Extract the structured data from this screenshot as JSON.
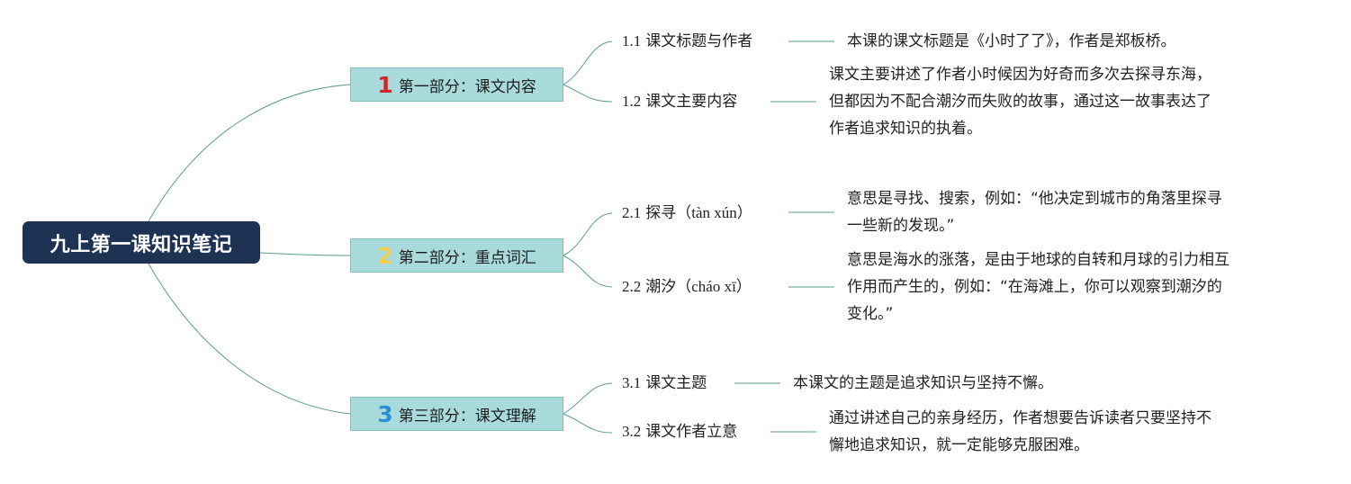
{
  "title": "九上第一课知识笔记",
  "colors": {
    "root_bg": "#1e3253",
    "section_bg": "#a9dbdc",
    "line": "#5a9e86",
    "num1": "#d0262e",
    "num2": "#f2cd4a",
    "num3": "#2b8fd8"
  },
  "sections": [
    {
      "num": "1",
      "label": "第一部分：课文内容",
      "items": [
        {
          "idx": "1.1",
          "label": "课文标题与作者",
          "pinyin": "",
          "note": [
            "本课的课文标题是《小时了了》，作者是郑板桥。"
          ]
        },
        {
          "idx": "1.2",
          "label": "课文主要内容",
          "pinyin": "",
          "note": [
            "课文主要讲述了作者小时候因为好奇而多次去探寻东海，",
            "但都因为不配合潮汐而失败的故事，通过这一故事表达了",
            "作者追求知识的执着。"
          ]
        }
      ]
    },
    {
      "num": "2",
      "label": "第二部分：重点词汇",
      "items": [
        {
          "idx": "2.1",
          "label": "探寻（",
          "pinyin": "tàn xún",
          "tail": "）",
          "note": [
            "意思是寻找、搜索，例如：“他决定到城市的角落里探寻",
            "一些新的发现。”"
          ]
        },
        {
          "idx": "2.2",
          "label": "潮汐（",
          "pinyin": "cháo xī",
          "tail": "）",
          "note": [
            "意思是海水的涨落，是由于地球的自转和月球的引力相互",
            "作用而产生的，例如：“在海滩上，你可以观察到潮汐的",
            "变化。”"
          ]
        }
      ]
    },
    {
      "num": "3",
      "label": "第三部分：课文理解",
      "items": [
        {
          "idx": "3.1",
          "label": "课文主题",
          "pinyin": "",
          "note": [
            "本课文的主题是追求知识与坚持不懈。"
          ]
        },
        {
          "idx": "3.2",
          "label": "课文作者立意",
          "pinyin": "",
          "note": [
            "通过讲述自己的亲身经历，作者想要告诉读者只要坚持不",
            "懈地追求知识，就一定能够克服困难。"
          ]
        }
      ]
    }
  ]
}
